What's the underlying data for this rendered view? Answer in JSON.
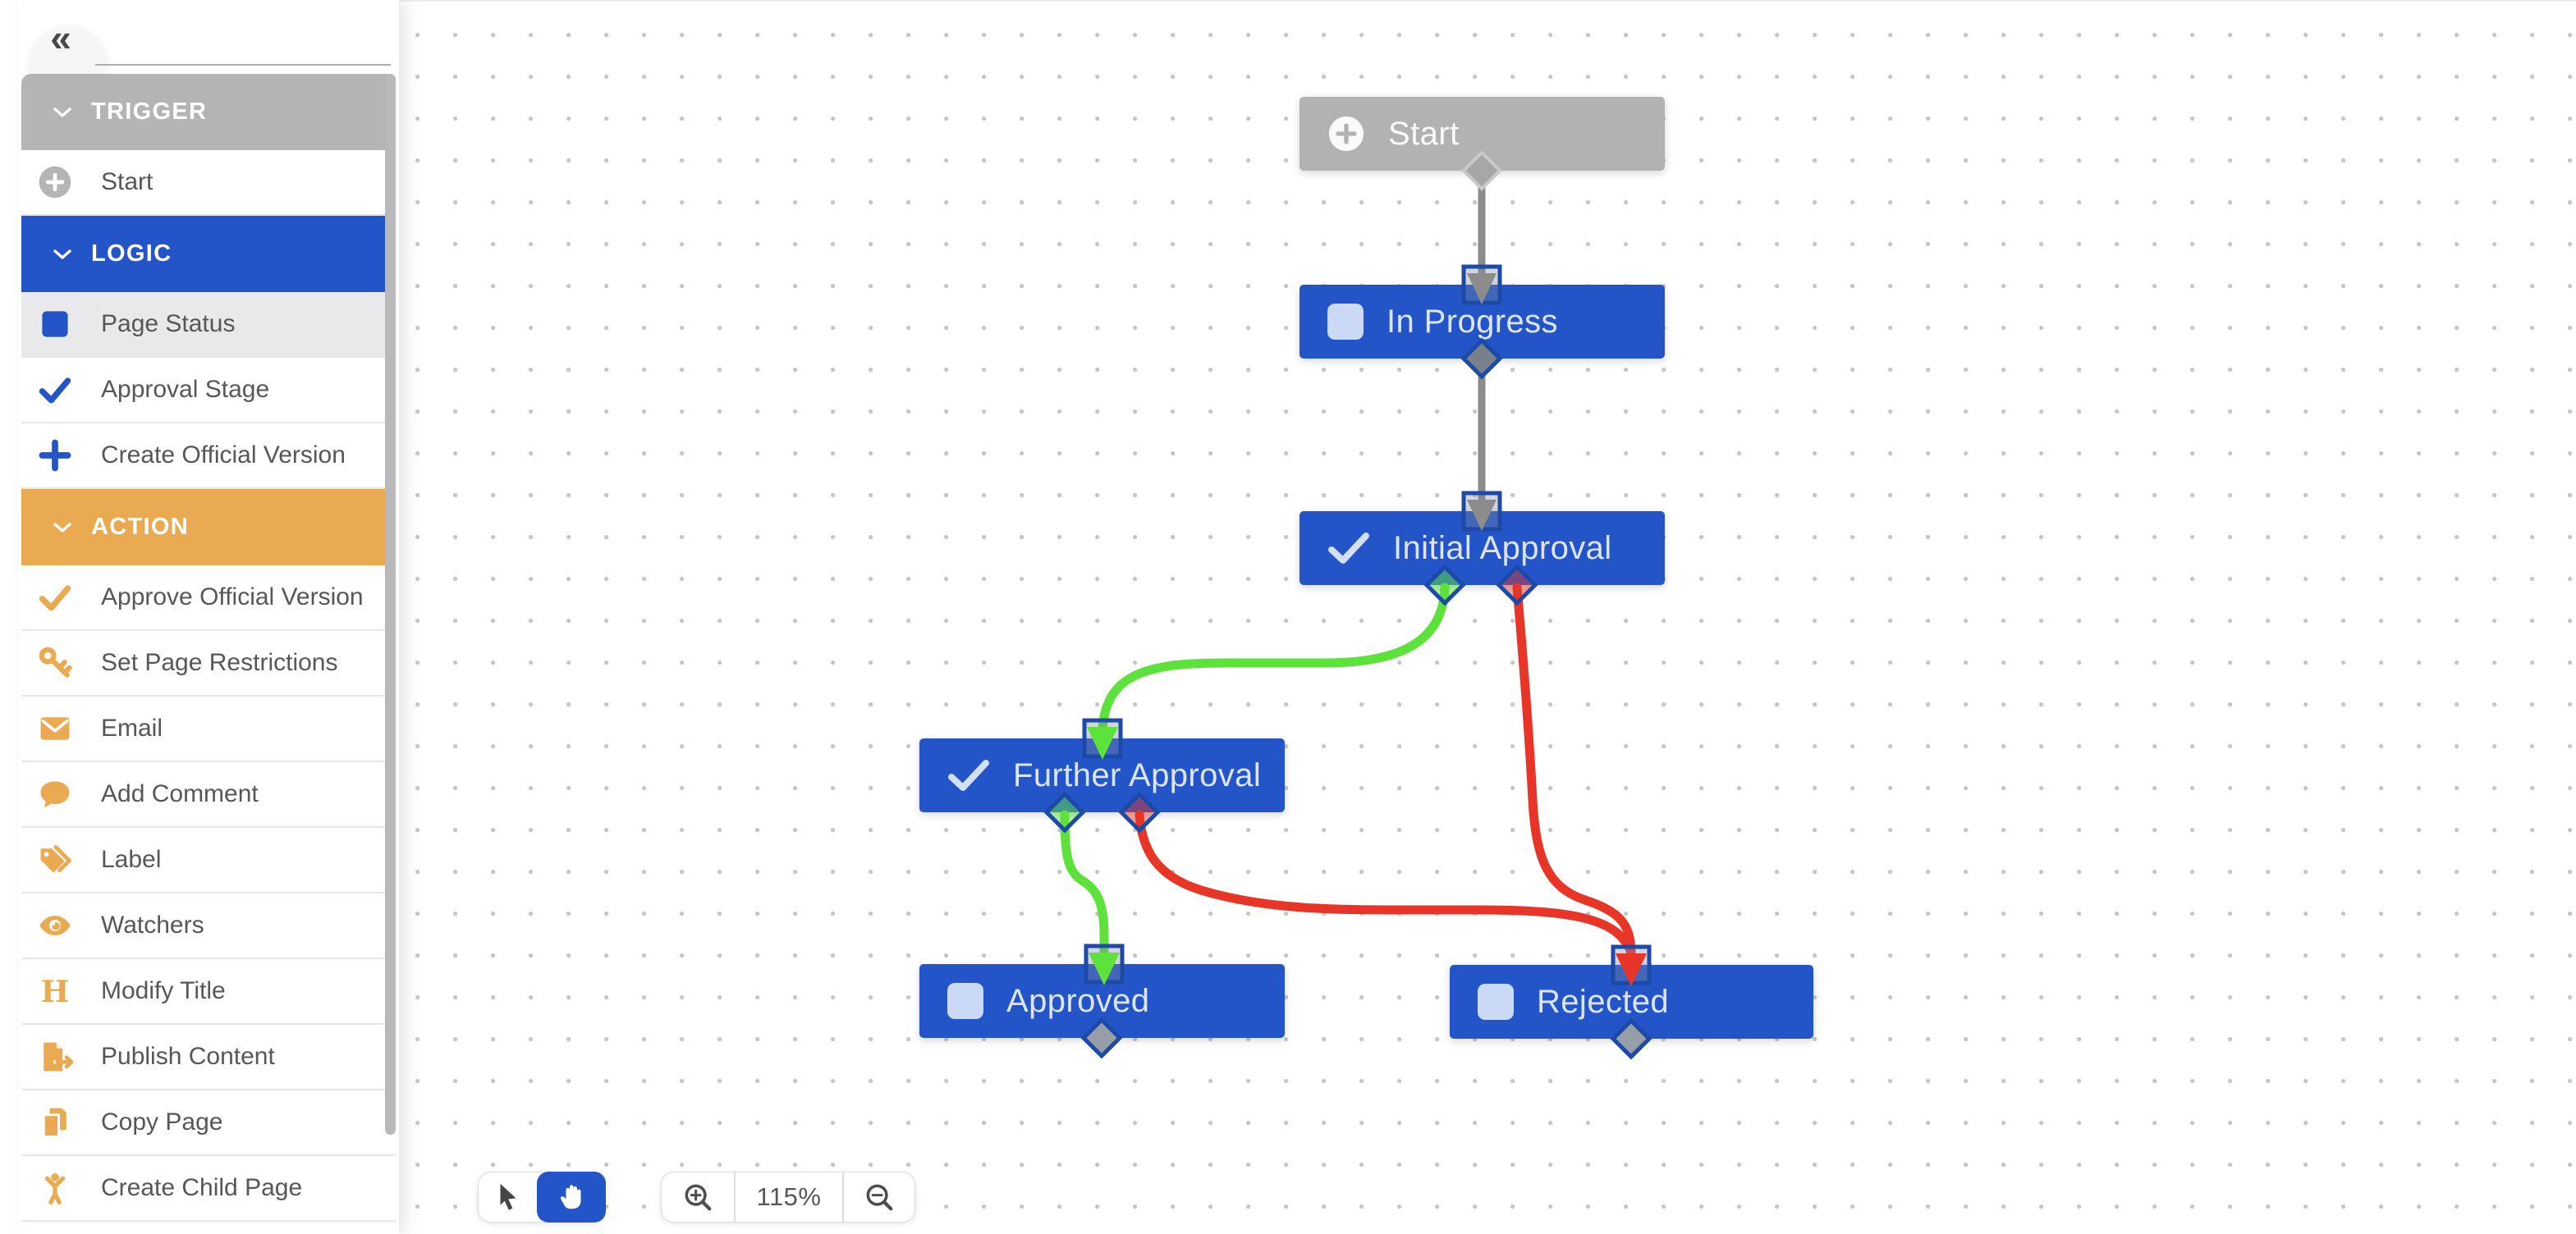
{
  "sidebar": {
    "collapse_label": "«",
    "search": {
      "value": "",
      "placeholder": ""
    },
    "sections": [
      {
        "label": "TRIGGER",
        "items": [
          {
            "label": "Start",
            "icon": "plus-circle-icon"
          }
        ]
      },
      {
        "label": "LOGIC",
        "items": [
          {
            "label": "Page Status",
            "icon": "status-square-icon",
            "selected": true
          },
          {
            "label": "Approval Stage",
            "icon": "check-icon"
          },
          {
            "label": "Create Official Version",
            "icon": "plus-icon"
          }
        ]
      },
      {
        "label": "ACTION",
        "items": [
          {
            "label": "Approve Official Version",
            "icon": "check-icon"
          },
          {
            "label": "Set Page Restrictions",
            "icon": "key-icon"
          },
          {
            "label": "Email",
            "icon": "envelope-icon"
          },
          {
            "label": "Add Comment",
            "icon": "comment-icon"
          },
          {
            "label": "Label",
            "icon": "tag-icon"
          },
          {
            "label": "Watchers",
            "icon": "eye-icon"
          },
          {
            "label": "Modify Title",
            "icon": "heading-icon"
          },
          {
            "label": "Publish Content",
            "icon": "publish-icon"
          },
          {
            "label": "Copy Page",
            "icon": "copy-icon"
          },
          {
            "label": "Create Child Page",
            "icon": "child-icon"
          }
        ]
      }
    ]
  },
  "workflow": {
    "nodes": [
      {
        "label": "Start",
        "kind": "trigger"
      },
      {
        "label": "In Progress",
        "kind": "status"
      },
      {
        "label": "Initial Approval",
        "kind": "approval"
      },
      {
        "label": "Further Approval",
        "kind": "approval"
      },
      {
        "label": "Approved",
        "kind": "status"
      },
      {
        "label": "Rejected",
        "kind": "status"
      }
    ],
    "edges": [
      {
        "from": "Start",
        "to": "In Progress",
        "color": "gray"
      },
      {
        "from": "In Progress",
        "to": "Initial Approval",
        "color": "gray"
      },
      {
        "from": "Initial Approval",
        "to": "Further Approval",
        "color": "green"
      },
      {
        "from": "Initial Approval",
        "to": "Rejected",
        "color": "red"
      },
      {
        "from": "Further Approval",
        "to": "Approved",
        "color": "green"
      },
      {
        "from": "Further Approval",
        "to": "Rejected",
        "color": "red"
      }
    ]
  },
  "toolbar": {
    "active_tool": "pan",
    "zoom_level": "115%"
  },
  "colors": {
    "blue": "#2355c8",
    "orange": "#eaaa52",
    "header_gray": "#b3b4b6",
    "node_gray": "#b1b2b4",
    "edge_green": "#5de13b",
    "edge_red": "#e73527",
    "edge_gray": "#8c8c8c",
    "connector_border": "#1d49a7"
  }
}
